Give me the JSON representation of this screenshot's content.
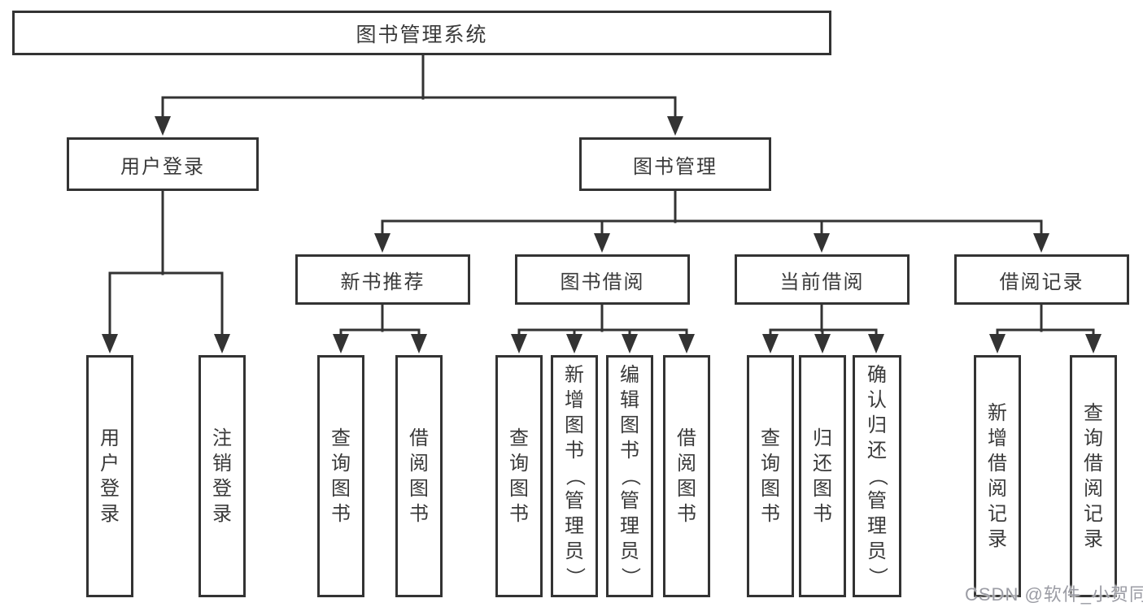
{
  "title_box": {
    "label": "图书管理系统"
  },
  "level2": {
    "user_login": "用户登录",
    "book_management": "图书管理"
  },
  "level3": {
    "new_book_recommend": "新书推荐",
    "book_borrowing": "图书借阅",
    "current_borrowing": "当前借阅",
    "borrowing_records": "借阅记录"
  },
  "leaves": [
    {
      "label": "用户登录",
      "parent": "用户登录"
    },
    {
      "label": "注销登录",
      "parent": "用户登录"
    },
    {
      "label": "查询图书",
      "parent": "新书推荐"
    },
    {
      "label": "借阅图书",
      "parent": "新书推荐"
    },
    {
      "label": "查询图书",
      "parent": "图书借阅"
    },
    {
      "label": "新增图书（管理员）",
      "parent": "图书借阅"
    },
    {
      "label": "编辑图书（管理员）",
      "parent": "图书借阅"
    },
    {
      "label": "借阅图书",
      "parent": "图书借阅"
    },
    {
      "label": "查询图书",
      "parent": "当前借阅"
    },
    {
      "label": "归还图书",
      "parent": "当前借阅"
    },
    {
      "label": "确认归还（管理员）",
      "parent": "当前借阅"
    },
    {
      "label": "新增借阅记录",
      "parent": "借阅记录"
    },
    {
      "label": "查询借阅记录",
      "parent": "借阅记录"
    }
  ],
  "watermark": "CSDN @软件_小贺同学",
  "colors": {
    "line": "#333333",
    "box_border": "#333333",
    "text": "#3a3a3a",
    "watermark": "#9b9ca4",
    "background": "#ffffff"
  }
}
